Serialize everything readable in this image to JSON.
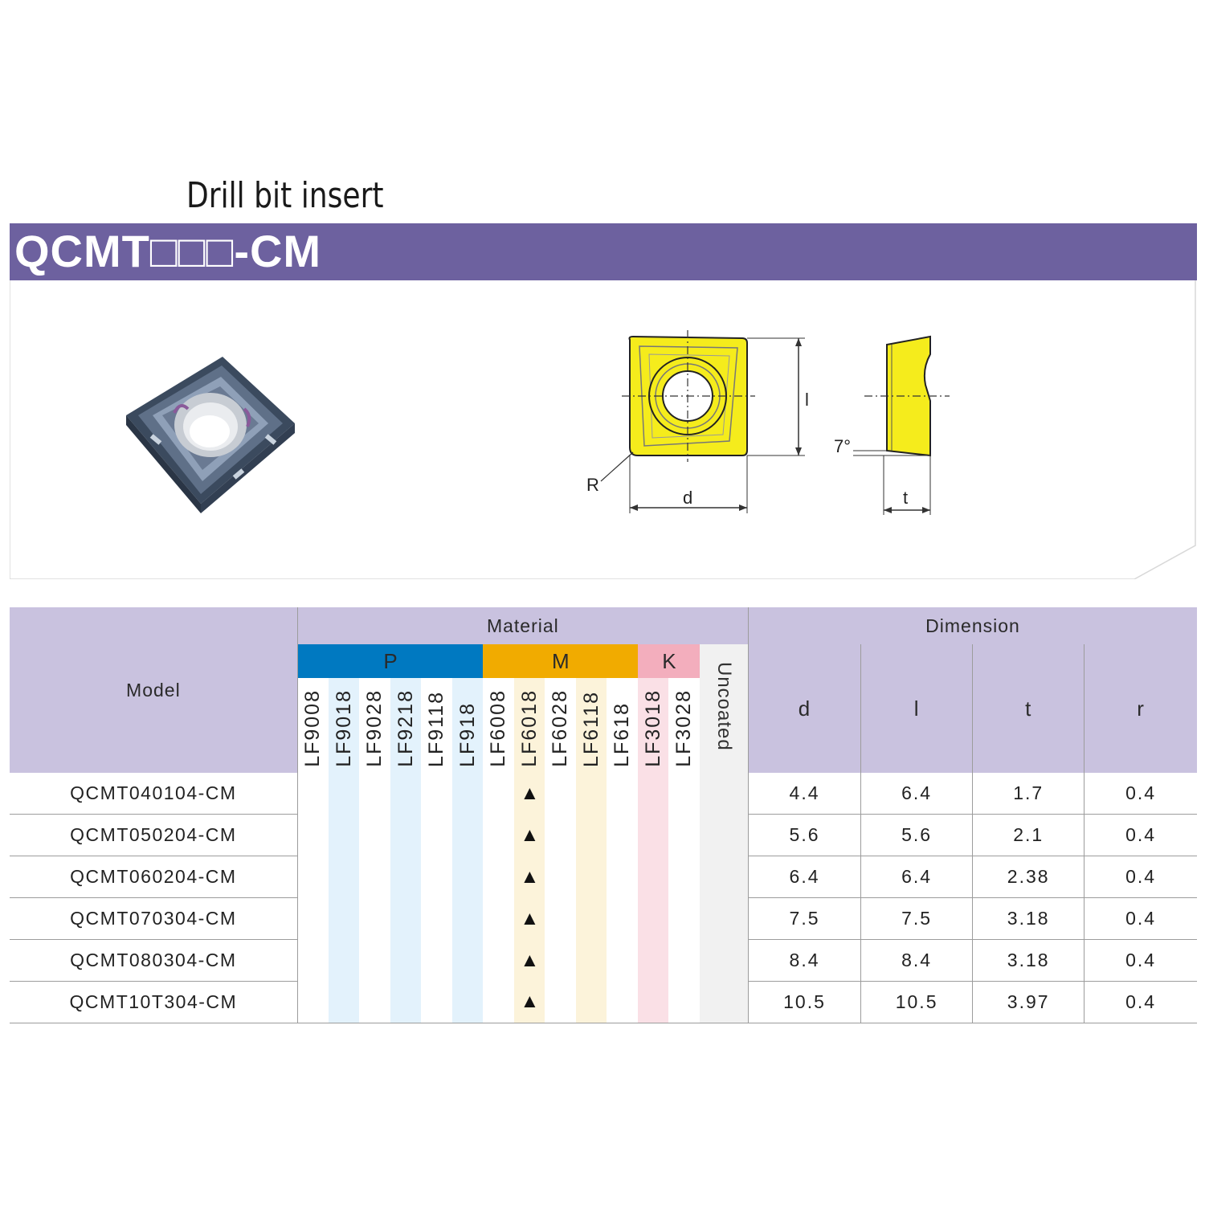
{
  "page": {
    "subtitle": "Drill bit insert",
    "banner_title": "QCMT□□□-CM"
  },
  "diagram": {
    "labels": {
      "l": "l",
      "d": "d",
      "t": "t",
      "r": "R",
      "angle": "7°"
    },
    "colors": {
      "insert_fill": "#f5ec1c",
      "insert_stroke": "#222222"
    }
  },
  "table": {
    "headers": {
      "model": "Model",
      "material": "Material",
      "dimension": "Dimension",
      "uncoated": "Uncoated",
      "groups": [
        "P",
        "M",
        "K"
      ],
      "grades": [
        "LF9008",
        "LF9018",
        "LF9028",
        "LF9218",
        "LF9118",
        "LF918",
        "LF6008",
        "LF6018",
        "LF6028",
        "LF6118",
        "LF618",
        "LF3018",
        "LF3028"
      ],
      "dims": [
        "d",
        "l",
        "t",
        "r"
      ]
    },
    "mark_symbol": "▲",
    "mark_grade": "LF6018",
    "rows": [
      {
        "model": "QCMT040104-CM",
        "d": "4.4",
        "l": "6.4",
        "t": "1.7",
        "r": "0.4"
      },
      {
        "model": "QCMT050204-CM",
        "d": "5.6",
        "l": "5.6",
        "t": "2.1",
        "r": "0.4"
      },
      {
        "model": "QCMT060204-CM",
        "d": "6.4",
        "l": "6.4",
        "t": "2.38",
        "r": "0.4"
      },
      {
        "model": "QCMT070304-CM",
        "d": "7.5",
        "l": "7.5",
        "t": "3.18",
        "r": "0.4"
      },
      {
        "model": "QCMT080304-CM",
        "d": "8.4",
        "l": "8.4",
        "t": "3.18",
        "r": "0.4"
      },
      {
        "model": "QCMT10T304-CM",
        "d": "10.5",
        "l": "10.5",
        "t": "3.97",
        "r": "0.4"
      }
    ],
    "colors": {
      "header_bg": "#c9c2df",
      "p": "#0079c1",
      "m": "#f1ab00",
      "k": "#f3aebd",
      "banner": "#6d619f"
    }
  }
}
